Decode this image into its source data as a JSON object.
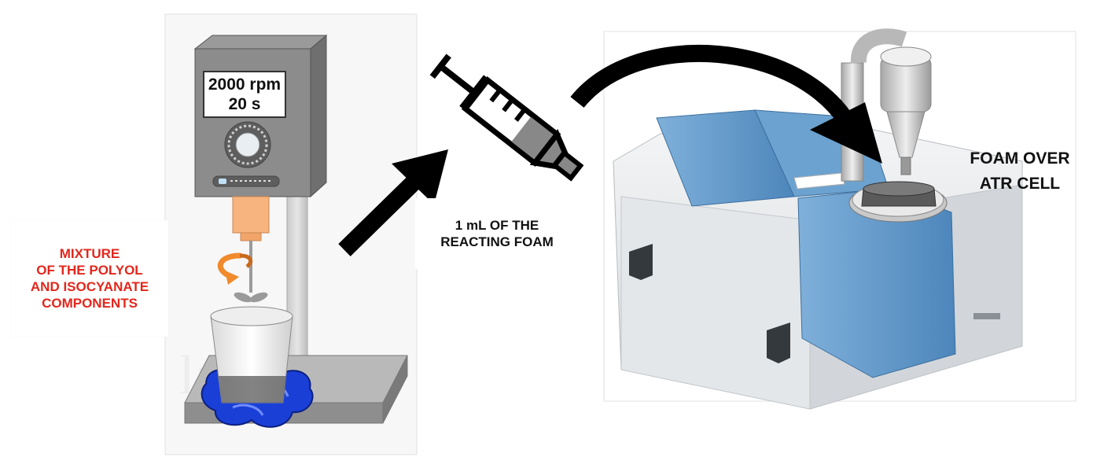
{
  "display": {
    "speed": "2000 rpm",
    "time": "20 s"
  },
  "labels": {
    "mixture": [
      "MIXTURE",
      "OF THE POLYOL",
      "AND ISOCYANATE",
      "COMPONENTS"
    ],
    "syringe": [
      "1 mL OF THE",
      "REACTING FOAM"
    ],
    "atr": [
      "FOAM OVER",
      "ATR CELL"
    ]
  },
  "colors": {
    "mixture_text": "#e3261c",
    "instrument_blue": "#5b93c4",
    "foam": "#1a3fd6",
    "syringe_fill": "#888888",
    "mixer_orange": "#f7b47e"
  },
  "icons": [
    "mixer-stand-icon",
    "rotation-arrow-icon",
    "syringe-icon",
    "ftir-instrument-icon",
    "curved-arrow-icon",
    "straight-arrow-icon"
  ]
}
